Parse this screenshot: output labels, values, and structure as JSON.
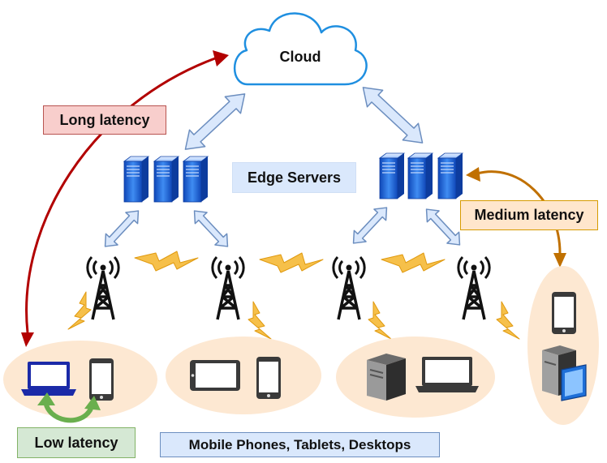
{
  "cloud": {
    "label": "Cloud"
  },
  "edge_servers": {
    "label": "Edge Servers"
  },
  "latency": {
    "long": "Long latency",
    "medium": "Medium latency",
    "low": "Low latency"
  },
  "devices": {
    "label": "Mobile Phones, Tablets, Desktops"
  },
  "colors": {
    "cloud_stroke": "#1f8fe0",
    "blue_arrow_fill": "#dae8fc",
    "blue_arrow_stroke": "#6c8ebf",
    "long_arrow": "#b20000",
    "medium_arrow": "#c07000",
    "low_arrow": "#6aaf4e",
    "lightning": "#f6c04a",
    "device_group_fill": "#fde8d2",
    "server_blue": "#1b5bd6"
  },
  "icons": [
    "cloud-icon",
    "server-icon",
    "cell-tower-icon",
    "lightning-icon",
    "laptop-icon",
    "phone-icon",
    "tablet-icon",
    "desktop-tower-icon"
  ]
}
